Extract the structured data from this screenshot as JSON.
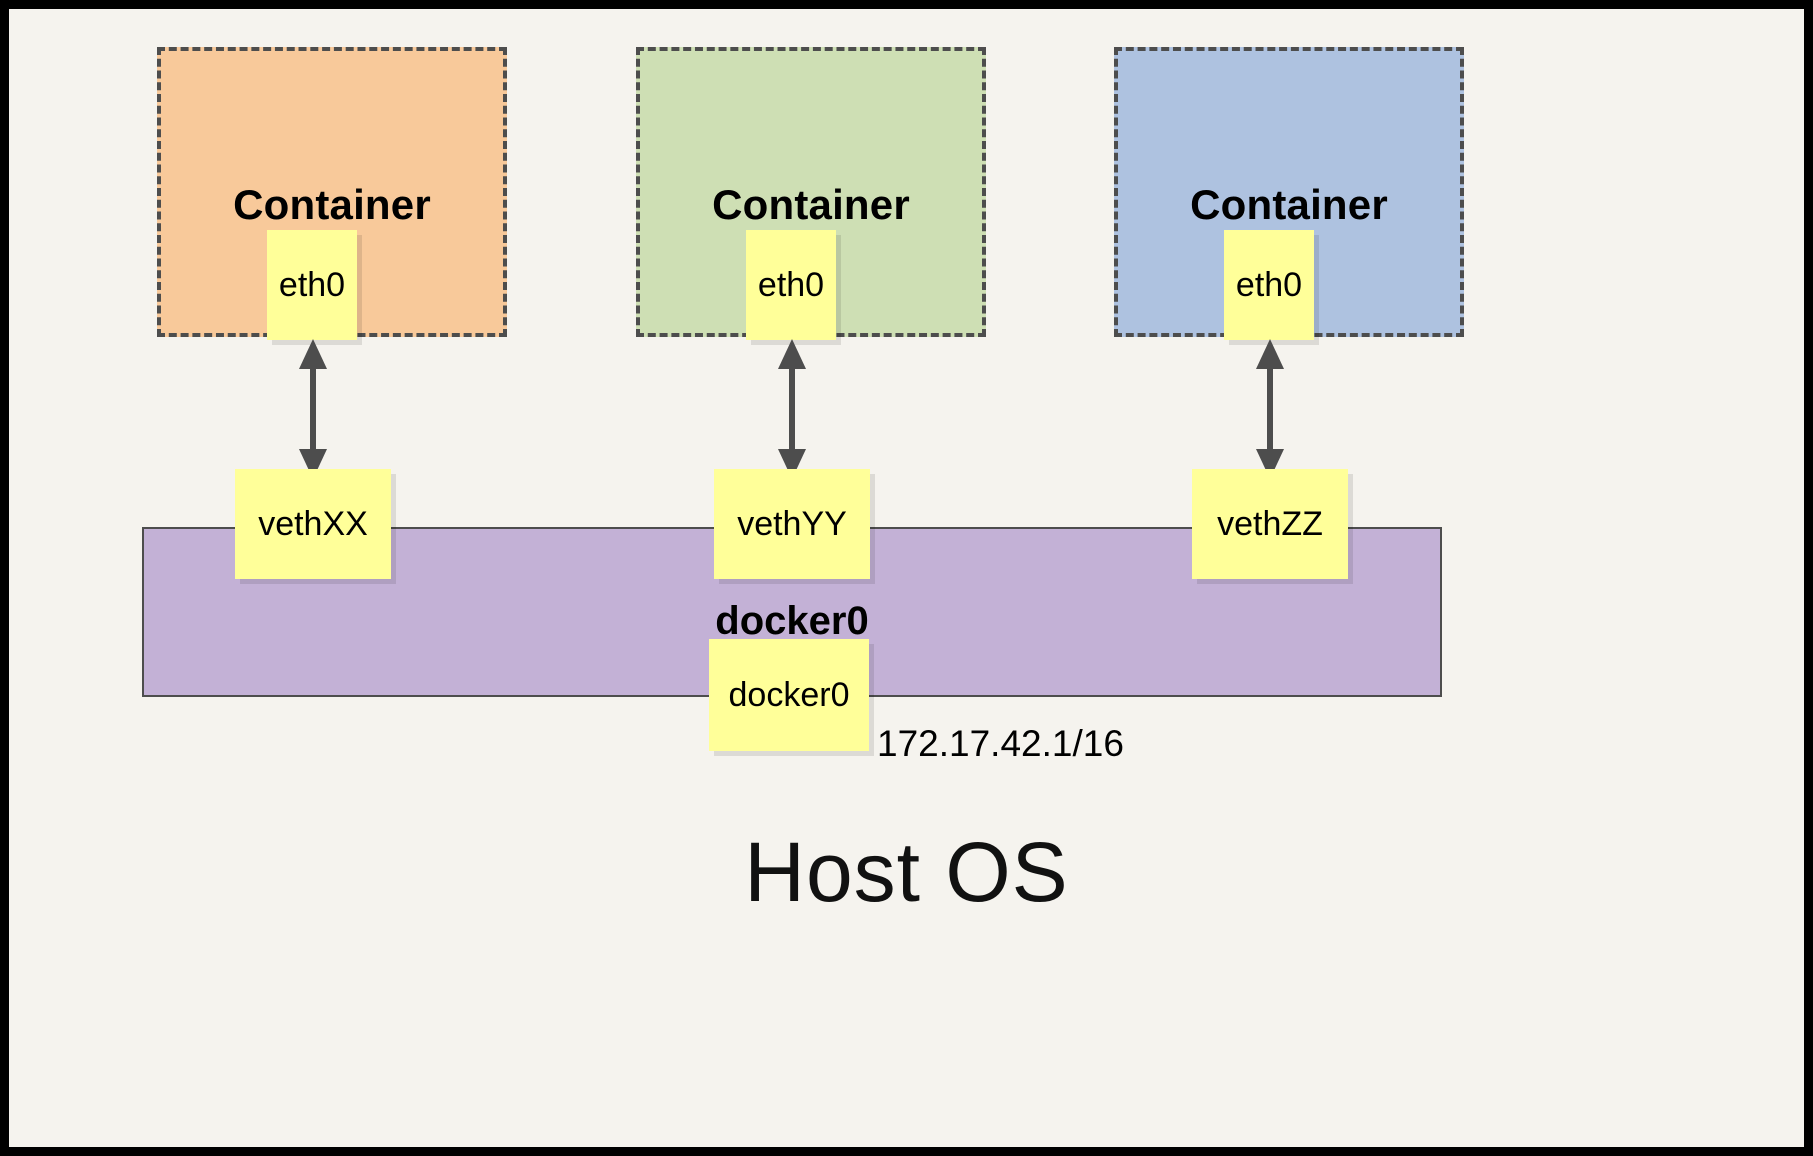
{
  "diagram": {
    "title": "Host OS",
    "bridge": {
      "label": "docker0",
      "interface_label": "docker0",
      "ip_address": "172.17.42.1/16",
      "color": "#c3b1d6"
    },
    "containers": [
      {
        "title": "Container",
        "interface": "eth0",
        "veth": "vethXX",
        "color": "#f8c99a"
      },
      {
        "title": "Container",
        "interface": "eth0",
        "veth": "vethYY",
        "color": "#cedfb4"
      },
      {
        "title": "Container",
        "interface": "eth0",
        "veth": "vethZZ",
        "color": "#aec2e0"
      }
    ],
    "colors": {
      "page_background": "#f5f3ee",
      "frame": "#000000",
      "note": "#ffff99",
      "stroke": "#4d4d4d"
    }
  }
}
